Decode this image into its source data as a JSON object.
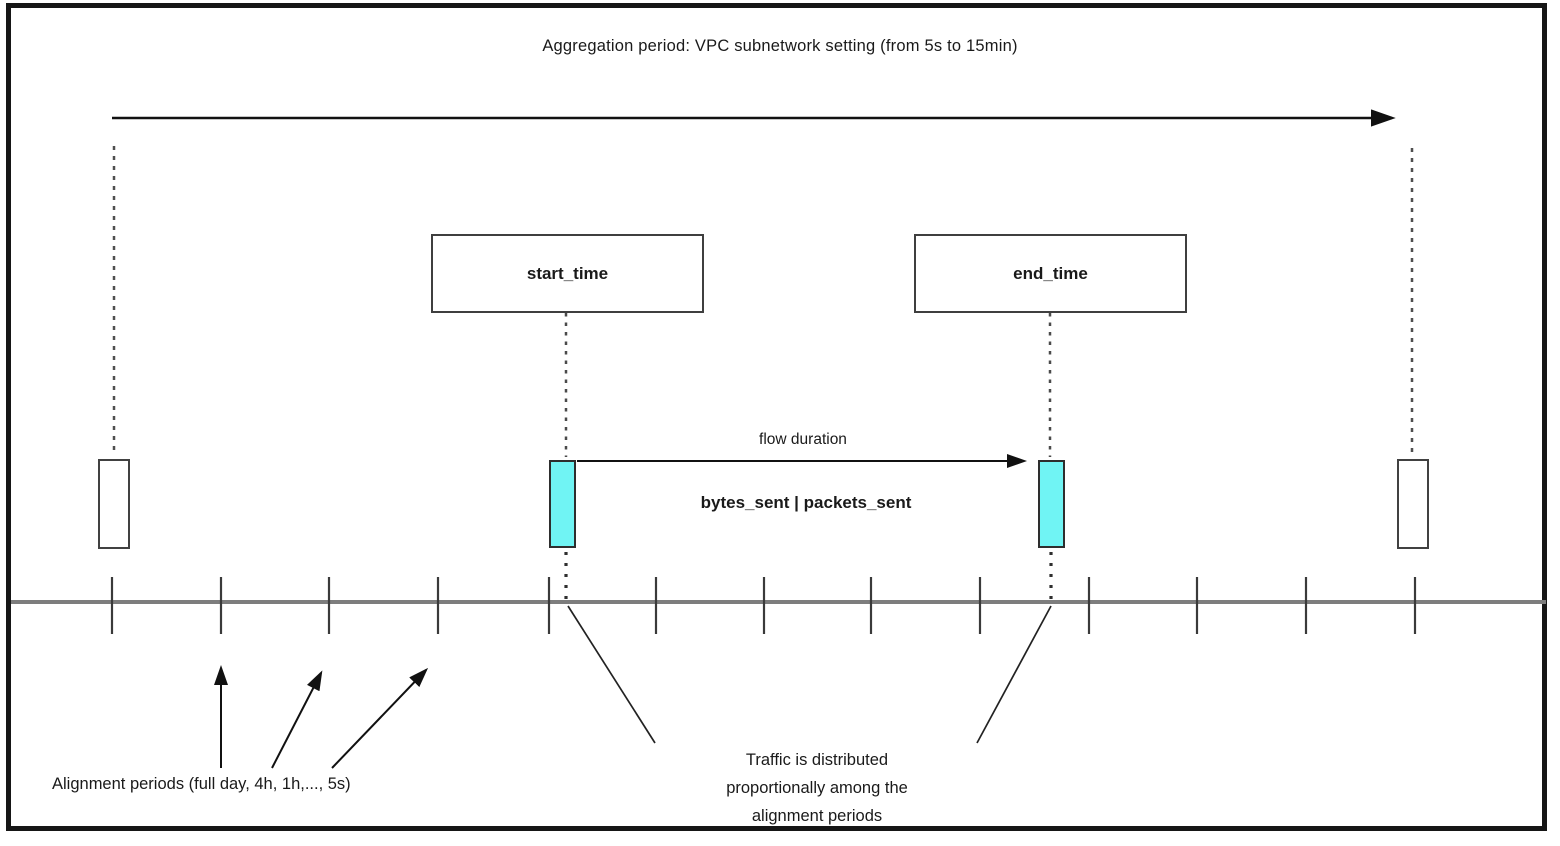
{
  "title": "Aggregation period: VPC subnetwork setting (from 5s to 15min)",
  "boxes": {
    "start_time": {
      "label": "start_time"
    },
    "end_time": {
      "label": "end_time"
    }
  },
  "flow": {
    "duration_label": "flow duration",
    "metrics_label": "bytes_sent | packets_sent"
  },
  "annotations": {
    "alignment_periods": "Alignment periods (full day, 4h, 1h,..., 5s)",
    "traffic_distribution": {
      "line1": "Traffic is distributed",
      "line2": "proportionally among the",
      "line3": "alignment periods"
    }
  },
  "timeline": {
    "tick_count": 13
  },
  "colors": {
    "highlight_bar": "#70f4f4",
    "timeline_line": "#7d7d7d",
    "stroke": "#1a1a1a"
  }
}
